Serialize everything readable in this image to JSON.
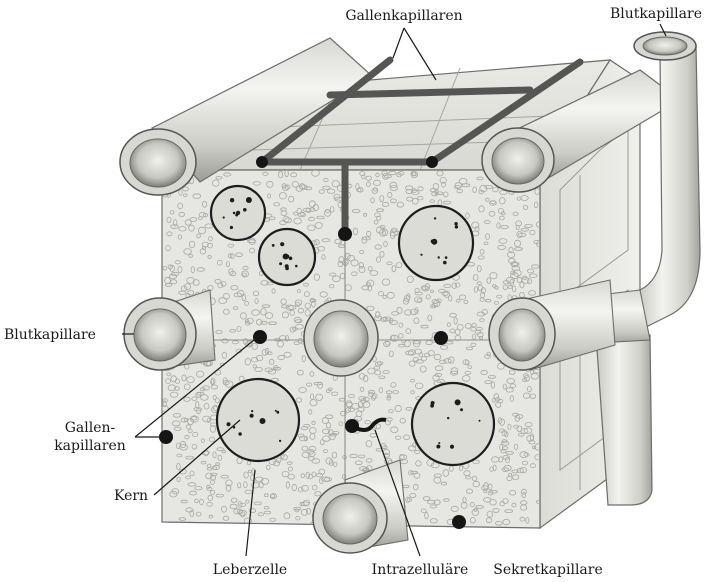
{
  "labels": {
    "gallenkapillaren_top": "Gallenkapillaren",
    "blutkapillare_top": "Blutkapillare",
    "blutkapillare_left": "Blutkapillare",
    "gallen_line1": "Gallen-",
    "gallen_line2": "kapillaren",
    "kern": "Kern",
    "leberzelle": "Leberzelle",
    "intrazellulaere": "Intrazelluläre",
    "sekretkapillare": "Sekretkapillare"
  },
  "colors": {
    "ink": "#1a1a1a",
    "cell_face": "#e6e6e2",
    "granule": "#c4c4bf",
    "vessel_light": "#eeeeea",
    "vessel_mid": "#cfcfc9",
    "vessel_dark": "#8d8d88",
    "bile_duct": "#5a5a58"
  }
}
